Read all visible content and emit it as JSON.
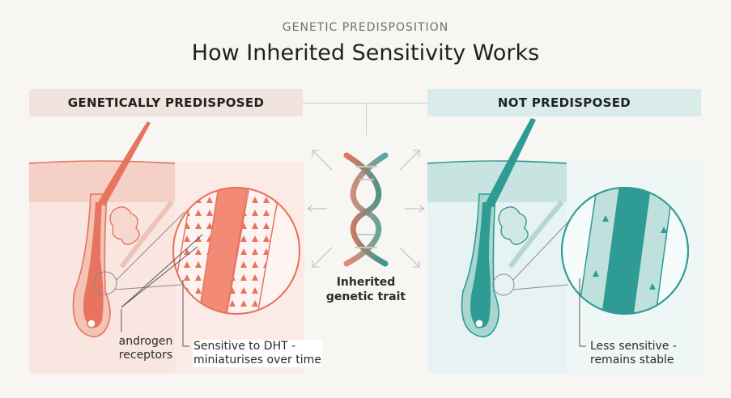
{
  "header": {
    "eyebrow": "GENETIC PREDISPOSITION",
    "title": "How Inherited Sensitivity Works"
  },
  "panels": {
    "left": {
      "heading": "GENETICALLY PREDISPOSED",
      "label_receptors_line1": "androgen",
      "label_receptors_line2": "receptors",
      "label_sensitive_line1": "Sensitive to DHT -",
      "label_sensitive_line2": "miniaturises over time",
      "color": "#e8735e"
    },
    "right": {
      "heading": "NOT PREDISPOSED",
      "label_line1": "Less sensitive -",
      "label_line2": "remains stable",
      "color": "#2e9c94"
    }
  },
  "center": {
    "label_line1": "Inherited",
    "label_line2": "genetic trait"
  }
}
